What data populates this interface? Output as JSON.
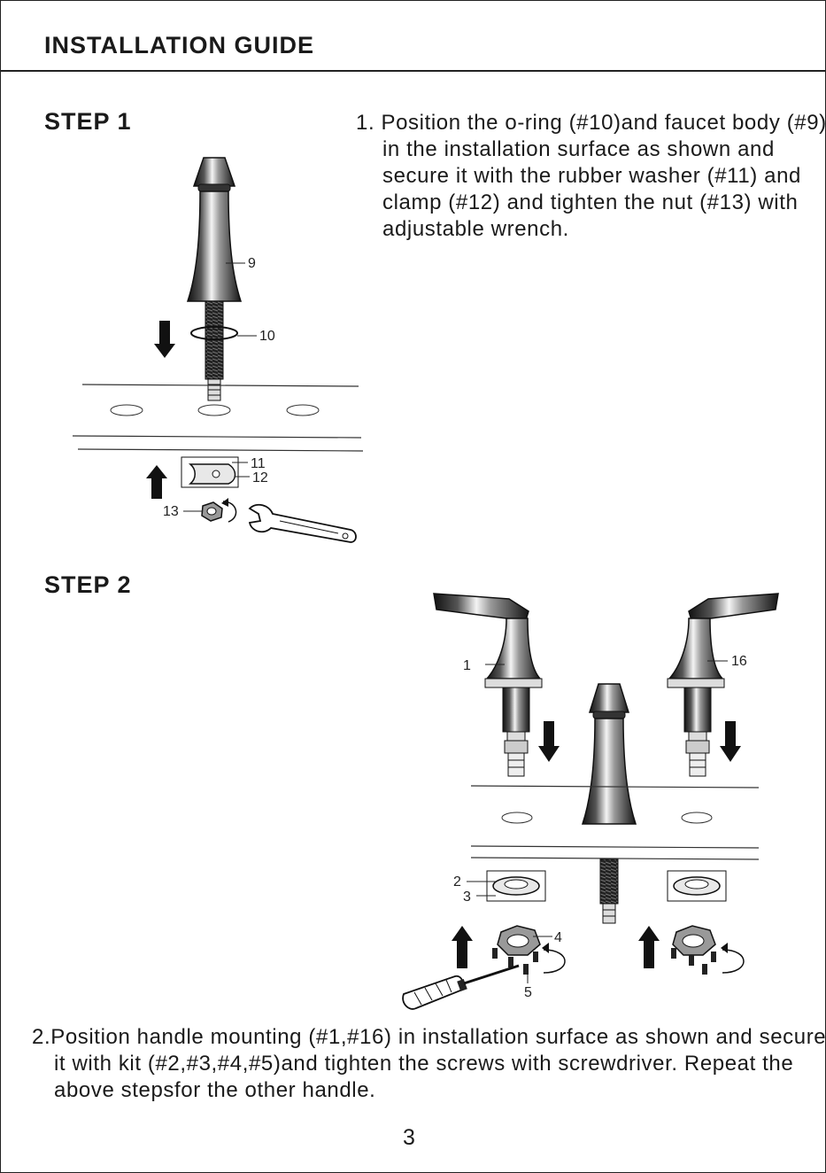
{
  "header": {
    "title": "INSTALLATION GUIDE"
  },
  "steps": [
    {
      "title": "STEP 1",
      "text": "1. Position the o-ring (#10)and faucet body (#9) in the installation surface as shown and secure it with the rubber washer (#11) and clamp (#12) and tighten the nut (#13) with adjustable wrench."
    },
    {
      "title": "STEP 2",
      "text": "2.Position  handle mounting (#1,#16) in installation surface as shown and secure it with kit (#2,#3,#4,#5)and tighten the screws with screwdriver. Repeat the above stepsfor the other handle."
    }
  ],
  "callouts": {
    "step1": {
      "body": "9",
      "oring": "10",
      "washer": "11",
      "clamp": "12",
      "nut": "13"
    },
    "step2": {
      "left_handle": "1",
      "right_handle": "16",
      "washer": "2",
      "plate": "3",
      "bracket": "4",
      "screw": "5"
    }
  },
  "footer": {
    "page_number": "3"
  }
}
